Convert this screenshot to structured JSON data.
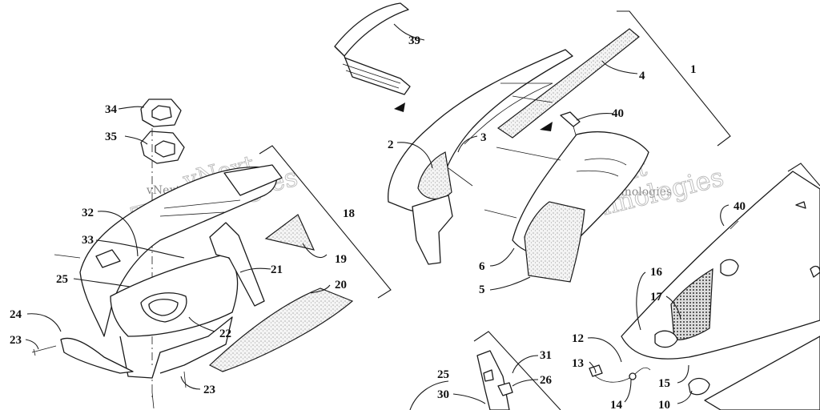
{
  "watermarks": [
    {
      "id": "wm-left",
      "small": "vNext Technologies",
      "large": "Technologies",
      "prefix": "vNext"
    },
    {
      "id": "wm-right",
      "small": "vNext Technologies",
      "large": "Technologies",
      "prefix": "vNext"
    }
  ],
  "callouts": {
    "c1": "1",
    "c2": "2",
    "c3": "3",
    "c4": "4",
    "c5": "5",
    "c6": "6",
    "c10": "10",
    "c12": "12",
    "c13": "13",
    "c14": "14",
    "c15": "15",
    "c16": "16",
    "c17": "17",
    "c18": "18",
    "c19": "19",
    "c20": "20",
    "c21": "21",
    "c22": "22",
    "c23a": "23",
    "c23b": "23",
    "c24": "24",
    "c25a": "25",
    "c25b": "25",
    "c26": "26",
    "c30": "30",
    "c31": "31",
    "c32": "32",
    "c33": "33",
    "c34": "34",
    "c35": "35",
    "c39": "39",
    "c40a": "40",
    "c40b": "40"
  }
}
